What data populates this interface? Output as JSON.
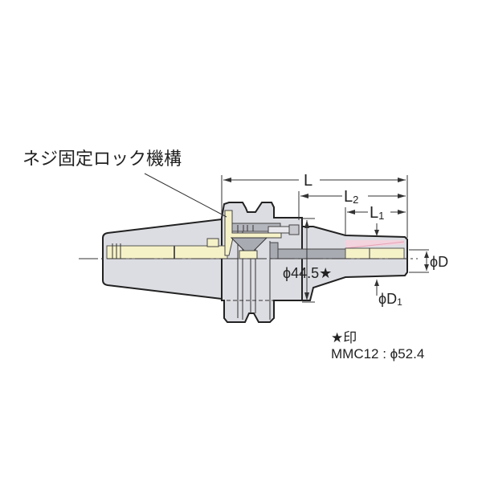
{
  "drawing": {
    "type": "Tool holder cross-section (BT-style taper shank, shrink/hydraulic chuck)",
    "annotations": {
      "mechanism_label": "ネジ固定ロック機構",
      "dim_L": "L",
      "dim_L2_main": "L",
      "dim_L2_sub": "2",
      "dim_L1_main": "L",
      "dim_L1_sub": "1",
      "dim_phiD": "ϕD",
      "dim_phiD1_main": "ϕD",
      "dim_phiD1_sub": "1",
      "dim_phi44": "ϕ44.5★"
    },
    "note": {
      "title": "★印",
      "line": "MMC12 : ϕ52.4"
    },
    "colors": {
      "body_fill": "#dcdde2",
      "insert_fill": "#f6f2c8",
      "dark_part": "#a9abb3",
      "outline": "#222222",
      "accent_pink": "#e6a2b6"
    }
  }
}
